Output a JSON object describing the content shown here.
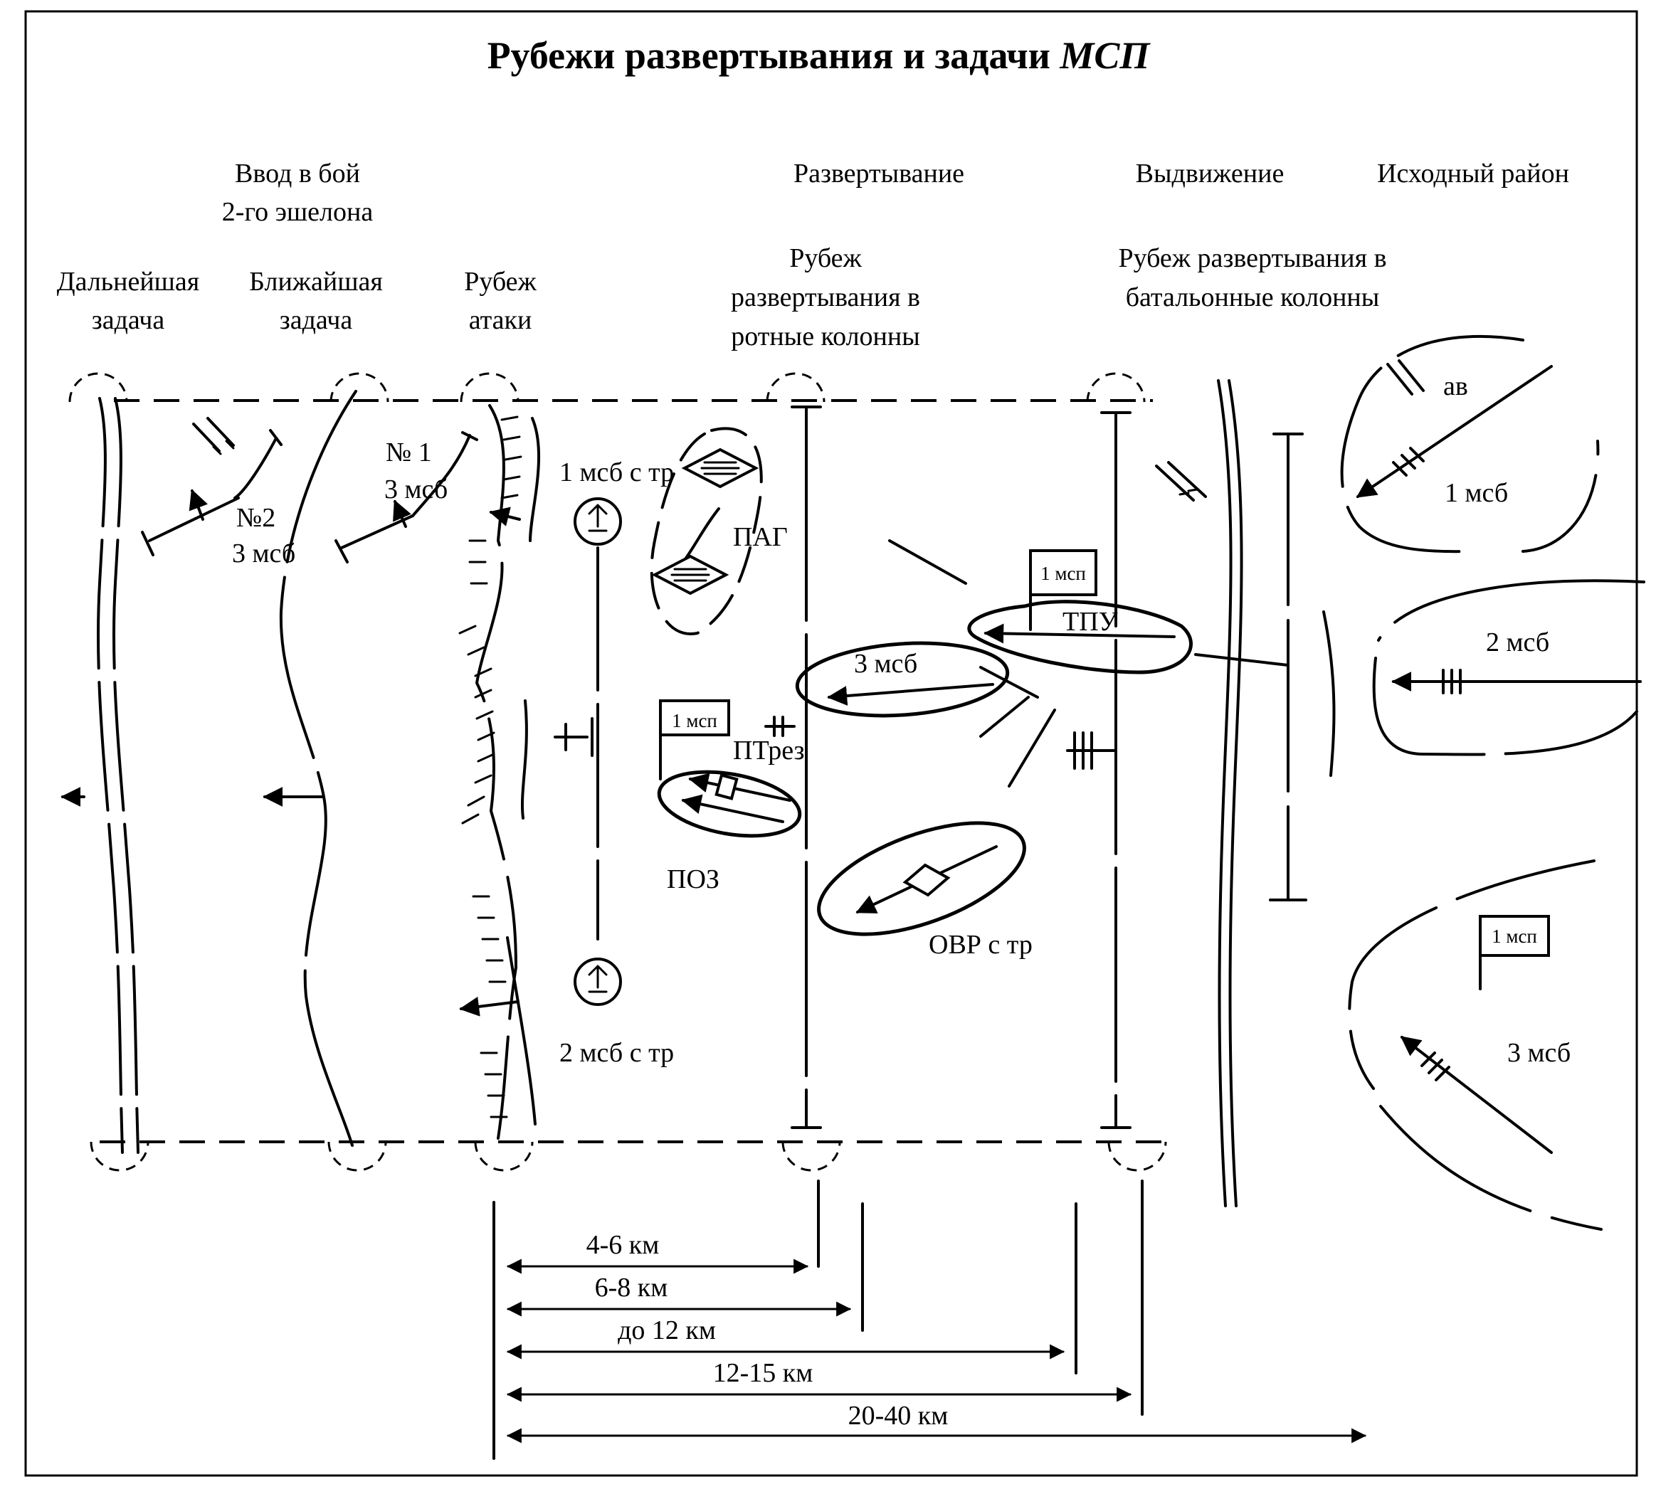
{
  "title": {
    "main": "Рубежи развертывания и задачи ",
    "italic": "МСП"
  },
  "phases": {
    "second_echelon_line1": "Ввод в бой",
    "second_echelon_line2": "2-го эшелона",
    "deployment": "Развертывание",
    "advance": "Выдвижение",
    "initial_area": "Исходный район"
  },
  "lines": {
    "further_task_1": "Дальнейшая",
    "further_task_2": "задача",
    "immediate_task_1": "Ближайшая",
    "immediate_task_2": "задача",
    "attack_line_1": "Рубеж",
    "attack_line_2": "атаки",
    "company_deploy_1": "Рубеж",
    "company_deploy_2": "развертывания в",
    "company_deploy_3": "ротные колонны",
    "battalion_deploy_1": "Рубеж развертывания в",
    "battalion_deploy_2": "батальонные колонны"
  },
  "units": {
    "n2": "№2",
    "msb3_a": "3 мсб",
    "n1": "№ 1",
    "msb3_b": "3 мсб",
    "msb1_tr": "1 мсб с тр",
    "pag": "ПАГ",
    "msp1_a": "1 мсп",
    "ptrez": "ПТрез",
    "poz": "ПОЗ",
    "msb2_tr": "2 мсб с тр",
    "msb3_c": "3 мсб",
    "msp1_b": "1 мсп",
    "tpu": "ТПУ",
    "ovr": "ОВР с тр",
    "av": "ав",
    "msb1": "1 мсб",
    "msb2": "2 мсб",
    "msp1_c": "1 мсп",
    "msb3_d": "3 мсб"
  },
  "distances": [
    "4-6 км",
    "6-8 км",
    "до 12 км",
    "12-15 км",
    "20-40 км"
  ]
}
